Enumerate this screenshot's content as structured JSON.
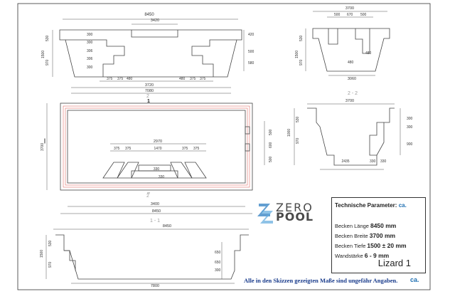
{
  "plan_views": {
    "side_section": {
      "top_dims": [
        "8450",
        "3420"
      ],
      "step_heights": [
        "300",
        "300",
        "306",
        "306",
        "300"
      ],
      "right_dims": [
        "420",
        "500",
        "580"
      ],
      "left_dims": [
        "530",
        "1500",
        "970"
      ],
      "step_widths": [
        "375",
        "375",
        "480",
        "480",
        "375",
        "375"
      ],
      "bottom_dims": [
        "3720",
        "7080"
      ]
    },
    "end_section": {
      "top_dims": [
        "3700",
        "500",
        "670",
        "500"
      ],
      "left_dims": [
        "530",
        "1500",
        "970"
      ],
      "inner_dims": [
        "480",
        "480"
      ],
      "bottom_dims": [
        "3060"
      ]
    },
    "top_view": {
      "inner_dims": [
        "2970",
        "375",
        "375",
        "1470",
        "375",
        "375",
        "330",
        "330"
      ],
      "left_dims": [
        "3700"
      ],
      "right_dims": [
        "500",
        "600",
        "500"
      ],
      "bottom_dims": [
        "3400",
        "8450"
      ],
      "section_markers": [
        "2",
        "1",
        "2"
      ]
    },
    "section_2_2": {
      "label": "2 - 2",
      "top_dims": [
        "3700"
      ],
      "right_dims": [
        "300",
        "300",
        "900"
      ],
      "left_dims": [
        "1000",
        "530",
        "970"
      ],
      "bottom_dims": [
        "2435",
        "330",
        "330"
      ]
    },
    "section_1_1": {
      "label": "1 - 1",
      "top_dims": [
        "8450"
      ],
      "left_dims": [
        "1500",
        "530",
        "970"
      ],
      "right_dims": [
        "650",
        "650",
        "300"
      ],
      "bottom_dims": [
        "7800"
      ]
    }
  },
  "logo": {
    "line1": "ZERO",
    "line2": "POOL",
    "accent": "#2f7fc1"
  },
  "tech": {
    "title": "Technische Parameter:",
    "title_ca": "ca.",
    "rows": [
      {
        "label": "Becken Länge",
        "value": "8450 mm"
      },
      {
        "label": "Becken Breite",
        "value": "3700 mm"
      },
      {
        "label": "Becken Tiefe",
        "value": "1500 ± 20 mm"
      },
      {
        "label": "Wandstärke",
        "value": "6 - 9 mm"
      }
    ],
    "model": "Lizard 1"
  },
  "note": "Alle in den Skizzen gezeigten Maße sind ungefähr Angaben.",
  "note_ca": "ca.",
  "colors": {
    "outline": "#444444",
    "inner_red": "#d9534f",
    "brand_blue": "#1f6fb2"
  }
}
